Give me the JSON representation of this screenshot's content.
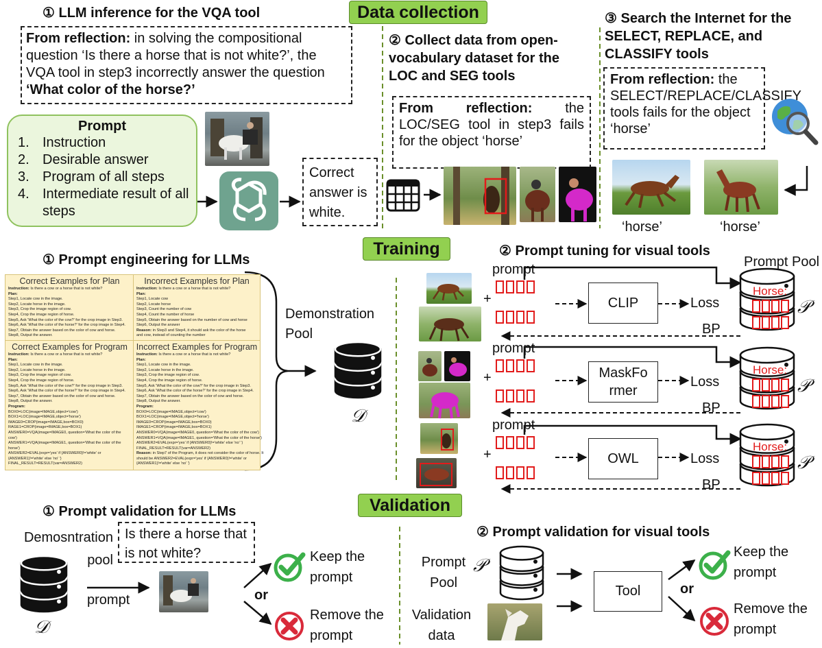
{
  "sections": {
    "data_collection": "Data collection",
    "training": "Training",
    "validation": "Validation"
  },
  "dc": {
    "s1_title": "① LLM inference for the VQA tool",
    "s1_reflection_bold": "From reflection:",
    "s1_reflection_text": " in solving the compositional question ‘Is there a horse that is not white?’, the VQA tool in step3 incorrectly answer the question ",
    "s1_reflection_quote": "‘What color of the horse?’",
    "prompt_title": "Prompt",
    "prompt_items": [
      "Instruction",
      "Desirable answer",
      "Program of all steps",
      "Intermediate result of all steps"
    ],
    "correct_answer": "Correct answer is white.",
    "s2_title": "② Collect data from open-vocabulary dataset for the LOC and SEG tools",
    "s2_reflection_bold": "From reflection:",
    "s2_reflection_text": " the LOC/SEG tool in step3 fails for the object ‘horse’",
    "s3_title": "③ Search the Internet for the SELECT, REPLACE, and CLASSIFY tools",
    "s3_reflection_bold": "From reflection:",
    "s3_reflection_text": " the SELECT/REPLACE/CLASSIFY tools fails for the object ‘horse’",
    "horse_label_1": "‘horse’",
    "horse_label_2": "‘horse’"
  },
  "tr": {
    "s1_title": "① Prompt engineering for LLMs",
    "panel_titles": [
      "Correct Examples for Plan",
      "Incorrect Examples for Plan",
      "Correct Examples for Program",
      "Incorrect Examples for Program"
    ],
    "plan_correct": [
      "Instruction: Is there a cow or a horse that is not white?",
      "Plan:",
      "Step1, Locate cow in the image.",
      "Step2, Locate horse in the image.",
      "Step3, Crop the image region of cow.",
      "Step4, Crop the image region of horse.",
      "Step5, Ask 'What the color of the cow?' for the crop image in Step3.",
      "Step6, Ask 'What the color of the horse?' for the crop image in Step4.",
      "Step7, Obtain the answer based on the color of cow and horse.",
      "Step8, Output the answer."
    ],
    "plan_incorrect": [
      "Instruction: Is there a cow or a horse that is not white?",
      "Plan:",
      "Step1, Locate cow",
      "Step2, Locate horse",
      "Step3, Count the number of cow",
      "Step4, Count the number of horse",
      "Step5, Obtain the answer based on the number of cow and horse",
      "Step6, Output the answer",
      "Reason: in Step3 and Step4, it should ask the color of the horse",
      "and cow, instead of counting the number"
    ],
    "program_correct": [
      "Instruction: Is there a cow or a horse that is not white?",
      "Plan:",
      "Step1, Locate cow in the image.",
      "Step2, Locate horse in the image.",
      "Step3, Crop the image region of cow.",
      "Step4, Crop the image region of horse.",
      "Step5, Ask 'What the color of the cow?' for the crop image in Step3.",
      "Step6, Ask 'What the color of the horse?' for the crop image in Step4.",
      "Step7, Obtain the answer based on the color of cow and horse.",
      "Step8, Output the answer.",
      "Program:",
      "BOX0=LOC(image=IMAGE,object='cow')",
      "BOX1=LOC(image=IMAGE,object='horse')",
      "IMAGE0=CROP(image=IMAGE,box=BOX0)",
      "RAGE1=CROP(image=IMAGE,box=BOX1)",
      "ANSWER0=VQA(image=IMAGE0, question='What the color of the",
      "cow')",
      "ANSWER1=VQA(image=IMAGE1, question='What the color of the",
      "horse')",
      "ANSWER2=EVAL(expr='yes' if {ANSWER0}!='white' or",
      "{ANSWER1}!='white' else 'no' ')",
      "FINAL_RESULT=RESULT(var=ANSWER2)"
    ],
    "program_incorrect": [
      "Instruction: Is there a cow or a horse that is not white?",
      "Plan:",
      "Step1, Locate cow in the image.",
      "Step2, Locate horse in the image.",
      "Step3, Crop the image region of cow.",
      "Step4, Crop the image region of horse.",
      "Step5, Ask 'What the color of the cow?' for the crop image in Step3.",
      "Step6, Ask 'What the color of the horse?' for the crop image in Step4.",
      "Step7, Obtain the answer based on the color of cow and horse.",
      "Step8, Output the answer.",
      "Program:",
      "BOX0=LOC(image=IMAGE,object='cow')",
      "BOX1=LOC(image=IMAGE,object='horse')",
      "IMAGE0=CROP(image=IMAGE,box=BOX0)",
      "IMAGE1=CROP(image=IMAGE,box=BOX1)",
      "ANSWER0=VQA(image=IMAGE0, question='What the color of the cow')",
      "ANSWER1=VQA(image=IMAGE1, question='What the color of the horse')",
      "ANSWER2=EVAL(expr='yes' if {ANSWER0}!='white' else 'no' ')",
      "FINAL_RESULT=RESULT(var=ANSWER2)",
      "Reason: in Step7 of the Program, it does not consider the color of horse. It",
      "should be ANSWER2=EVAL(expr='yes' if {ANSWER0}!='white' or",
      "{ANSWER1}!='white' else 'no' ')"
    ],
    "demo_pool": "Demonstration Pool",
    "calD": "𝒟",
    "s2_title": "② Prompt tuning for visual tools",
    "prompt_pool": "Prompt Pool",
    "calP": "𝒫",
    "prompt_label": "prompt",
    "plus": "+",
    "loss": "Loss",
    "bp": "BP",
    "horse_in_pool": "Horse:",
    "tools": [
      "CLIP",
      "MaskFormer",
      "OWL"
    ]
  },
  "val": {
    "s1_title": "① Prompt validation for LLMs",
    "demo_pool": "Demosntration pool",
    "question": "Is there a horse that is not white?",
    "prompt_label": "prompt",
    "calD": "𝒟",
    "keep": "Keep the prompt",
    "or": "or",
    "remove": "Remove the prompt",
    "s2_title": "② Prompt validation for visual tools",
    "prompt_pool": "Prompt Pool",
    "calP": "𝒫",
    "validation_data": "Validation data",
    "tool": "Tool",
    "keep2": "Keep the prompt",
    "or2": "or",
    "remove2": "Remove the prompt"
  },
  "icons": {
    "chatgpt": "chatgpt-logo-icon",
    "globe": "globe-search-icon",
    "database": "database-icon",
    "table": "table-icon",
    "check": "check-circle-icon",
    "cross": "cross-circle-icon"
  },
  "colors": {
    "section_tag": "#92d050",
    "prompt_box_bg": "#ebf6dd",
    "prompt_box_border": "#8fc25e",
    "chatgpt_bg": "#6fa38f",
    "red": "#e21b1b",
    "magenta": "#d429c9",
    "check_green": "#3cb04a",
    "cross_red": "#d92a3a"
  }
}
